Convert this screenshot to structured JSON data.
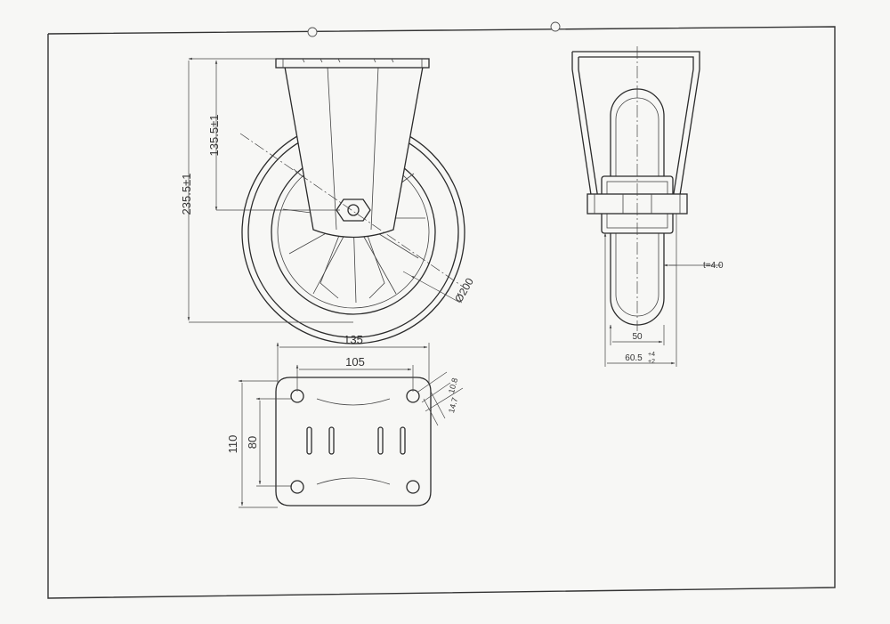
{
  "drawing": {
    "front_view": {
      "overall_height": "235.5±1",
      "axle_height": "135.5±1",
      "wheel_diameter": "Ø200"
    },
    "side_view": {
      "thickness": "t=4.0",
      "wheel_width": "50",
      "bracket_width": "60.5",
      "bracket_tol_upper": "+4",
      "bracket_tol_lower": "+2"
    },
    "top_plate": {
      "plate_width": "135",
      "hole_spacing_x": "105",
      "plate_height": "110",
      "hole_spacing_y": "80",
      "slot_width": "10.8",
      "slot_length": "14.7"
    }
  }
}
